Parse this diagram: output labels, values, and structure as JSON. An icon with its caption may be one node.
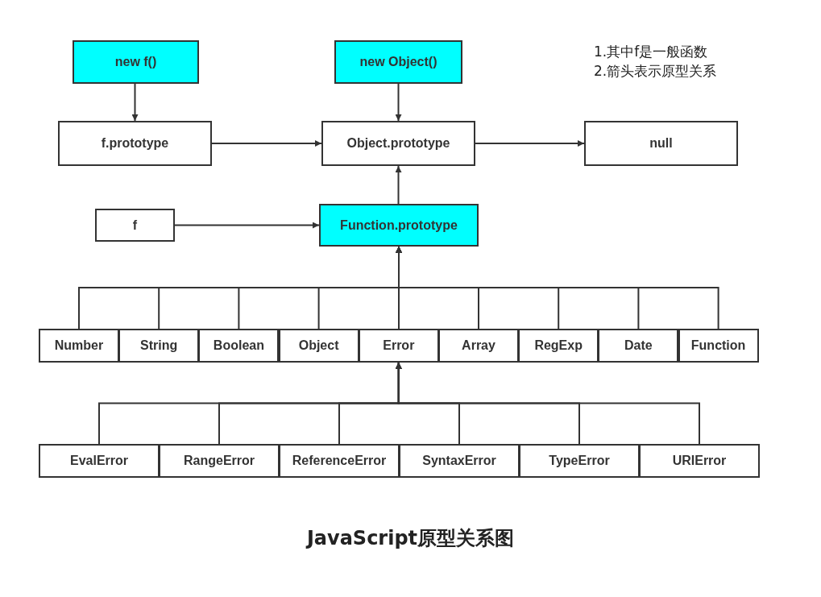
{
  "diagram": {
    "caption": "JavaScript原型关系图",
    "nodes": [
      {
        "text": [
          "new f()"
        ]
      },
      {
        "text": [
          "new Object()"
        ]
      },
      {
        "text": [
          "f.prototype"
        ]
      },
      {
        "text": [
          "Object.prototype"
        ]
      },
      {
        "text": [
          "null"
        ]
      },
      {
        "text": [
          "f"
        ]
      },
      {
        "text": [
          "Function.prototype"
        ]
      },
      {
        "text": [
          "Number"
        ]
      },
      {
        "text": [
          "String"
        ]
      },
      {
        "text": [
          "Boolean"
        ]
      },
      {
        "text": [
          "Object"
        ]
      },
      {
        "text": [
          "Error"
        ]
      },
      {
        "text": [
          "Array"
        ]
      },
      {
        "text": [
          "RegExp"
        ]
      },
      {
        "text": [
          "Date"
        ]
      },
      {
        "text": [
          "Function"
        ]
      },
      {
        "text": [
          "EvalError"
        ]
      },
      {
        "text": [
          "RangeError"
        ]
      },
      {
        "text": [
          "ReferenceError"
        ]
      },
      {
        "text": [
          "SyntaxError"
        ]
      },
      {
        "text": [
          "TypeError"
        ]
      },
      {
        "text": [
          "URIError"
        ]
      }
    ],
    "edges": [
      {
        "from": 0,
        "to": 2,
        "arrow": "to"
      },
      {
        "from": 1,
        "to": 3,
        "arrow": "to"
      },
      {
        "from": 2,
        "to": 3,
        "arrow": "to"
      },
      {
        "from": 3,
        "to": 4,
        "arrow": "to"
      },
      {
        "from": 6,
        "to": 3,
        "arrow": "to"
      },
      {
        "from": 5,
        "to": 6,
        "arrow": "to"
      },
      {
        "from": 7,
        "to": 6,
        "arrow": "to"
      },
      {
        "from": 8,
        "to": 6,
        "arrow": "to"
      },
      {
        "from": 9,
        "to": 6,
        "arrow": "to"
      },
      {
        "from": 10,
        "to": 6,
        "arrow": "to"
      },
      {
        "from": 11,
        "to": 6,
        "arrow": "to"
      },
      {
        "from": 12,
        "to": 6,
        "arrow": "to"
      },
      {
        "from": 13,
        "to": 6,
        "arrow": "to"
      },
      {
        "from": 14,
        "to": 6,
        "arrow": "to"
      },
      {
        "from": 15,
        "to": 6,
        "arrow": "to"
      },
      {
        "from": 16,
        "to": 11,
        "arrow": "to"
      },
      {
        "from": 17,
        "to": 11,
        "arrow": "to"
      },
      {
        "from": 18,
        "to": 11,
        "arrow": "to"
      },
      {
        "from": 19,
        "to": 11,
        "arrow": "to"
      },
      {
        "from": 20,
        "to": 11,
        "arrow": "to"
      },
      {
        "from": 21,
        "to": 11,
        "arrow": "to"
      }
    ],
    "labels": [
      "1.其中f是一般函数",
      "2.箭头表示原型关系"
    ]
  }
}
